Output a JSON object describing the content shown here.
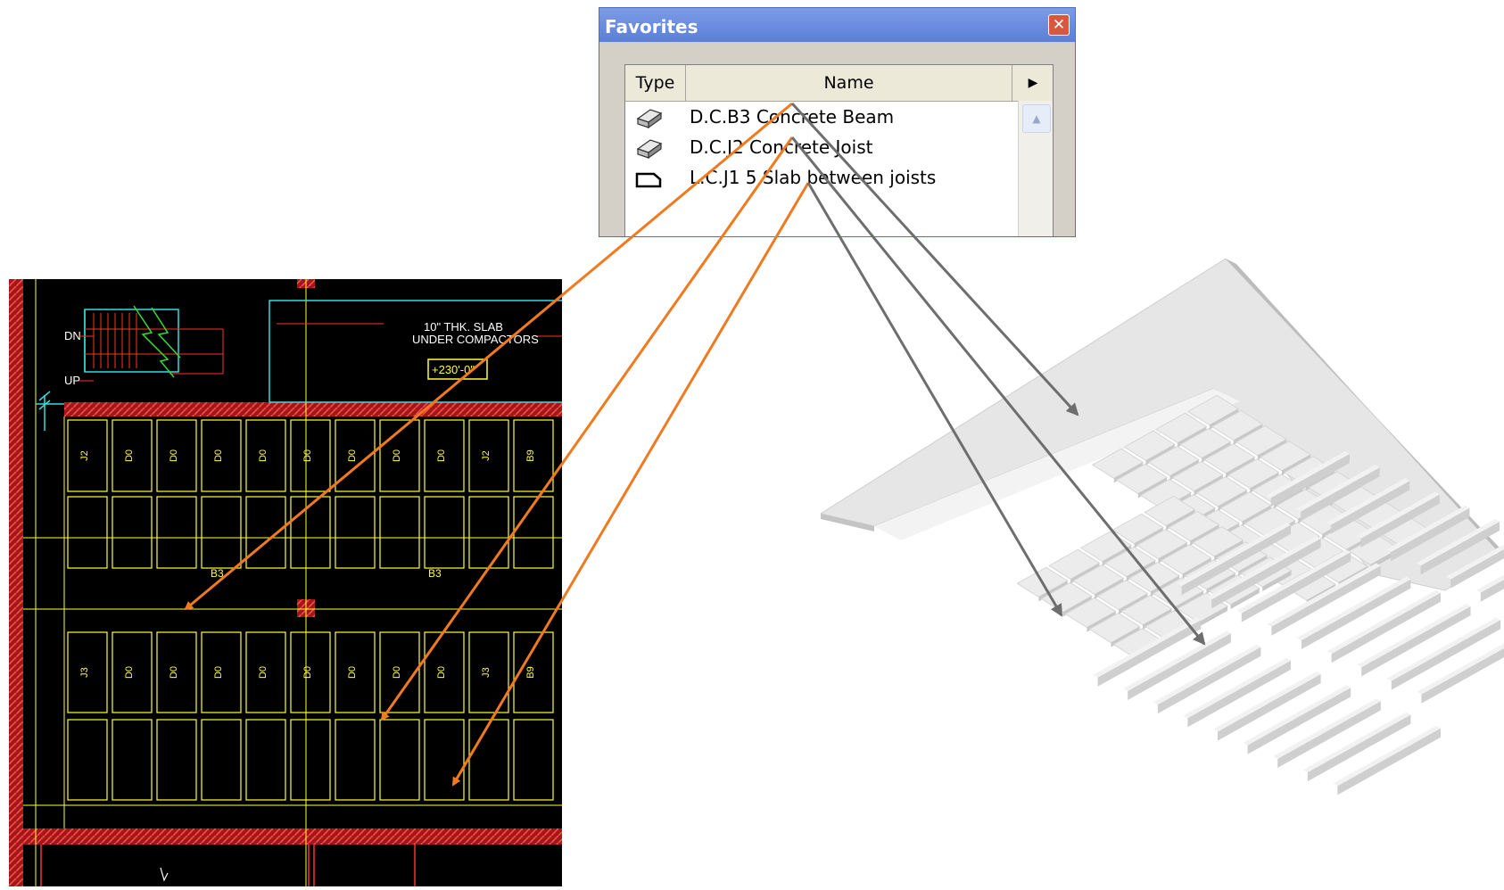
{
  "favorites": {
    "title": "Favorites",
    "close_glyph": "✕",
    "columns": {
      "type": "Type",
      "name": "Name",
      "more_glyph": "▶"
    },
    "scroll_up_glyph": "▲",
    "items": [
      {
        "icon": "concrete-beam-icon",
        "label": "D.C.B3 Concrete Beam"
      },
      {
        "icon": "concrete-joist-icon",
        "label": "D.C.J2  Concrete Joist"
      },
      {
        "icon": "slab-icon",
        "label": "L.C.J1 5  Slab between joists"
      }
    ]
  },
  "cad": {
    "dn": "DN",
    "up": "UP",
    "slab_note_line1": "10\" THK. SLAB",
    "slab_note_line2": "UNDER COMPACTORS",
    "elevation": "+230'-0\"",
    "beam_label": "B3",
    "row1_labels": [
      "J2",
      "D0",
      "D0",
      "D0",
      "D0",
      "D0",
      "D0",
      "D0",
      "D0",
      "J2",
      "B9"
    ],
    "row2_labels": [
      "J3",
      "D0",
      "D0",
      "D0",
      "D0",
      "D0",
      "D0",
      "D0",
      "D0",
      "J3",
      "B9"
    ]
  },
  "colors": {
    "orange_arrow": "#f07a20",
    "gray_arrow": "#6e6e6e",
    "cad_background": "#000000",
    "cad_yellow": "#ffff33",
    "cad_red_wall": "#c02020",
    "window_title": "#5b7fd8"
  }
}
